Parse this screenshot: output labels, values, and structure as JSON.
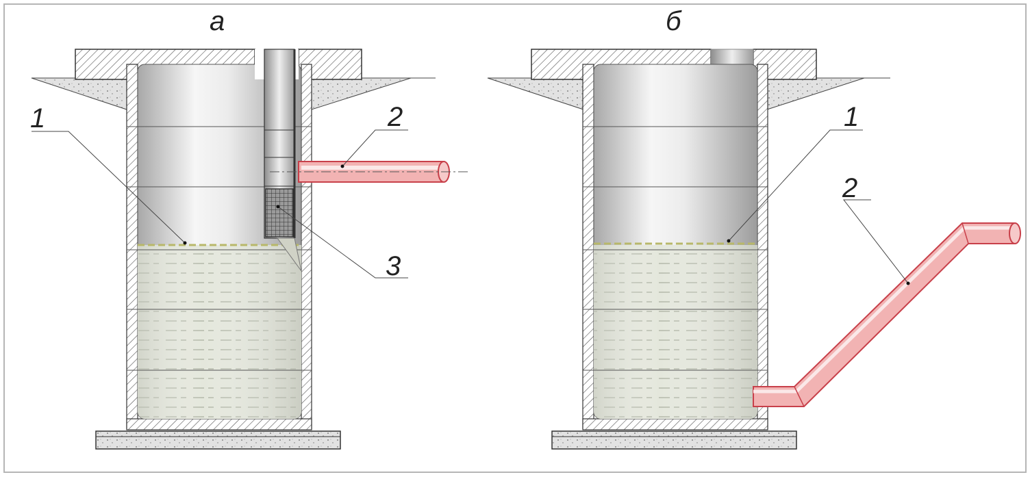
{
  "panels": [
    {
      "id": "a",
      "title": "а",
      "labels": {
        "tank": "1",
        "pipe": "2",
        "filter": "3"
      }
    },
    {
      "id": "b",
      "title": "б",
      "labels": {
        "tank": "1",
        "pipe": "2"
      }
    }
  ],
  "colors": {
    "pipe_fill": "#f2b3b3",
    "pipe_edge": "#c8404a",
    "pipe_highlight": "#fbe8e8",
    "water": "#e4e7dc",
    "water_level_line": "#b8b86a",
    "wall_hatch": "#555555",
    "ground_fill": "#e2e2e2",
    "tank_light": "#f4f4f4",
    "tank_dark": "#a8a8a8"
  }
}
